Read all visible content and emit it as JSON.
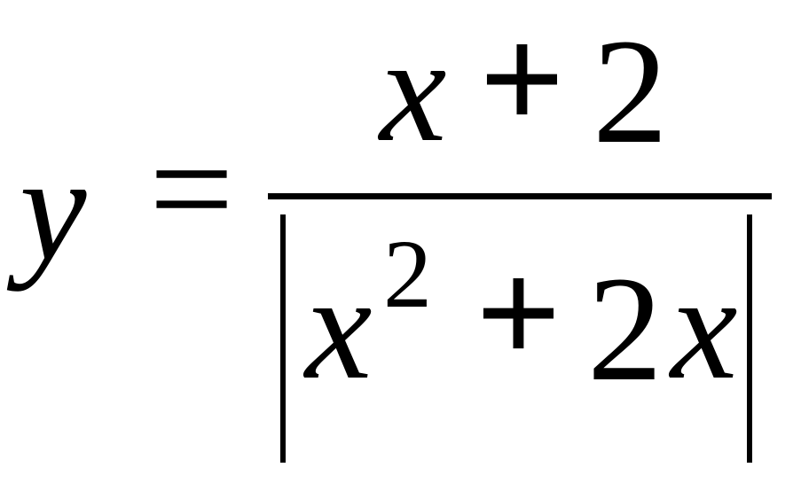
{
  "formula": {
    "lhs": "y",
    "equals": "=",
    "numerator": {
      "variable": "x",
      "operator": "+",
      "constant": "2"
    },
    "denominator": {
      "variable": "x",
      "exponent": "2",
      "operator": "+",
      "coefficient": "2",
      "variable2": "x"
    }
  }
}
